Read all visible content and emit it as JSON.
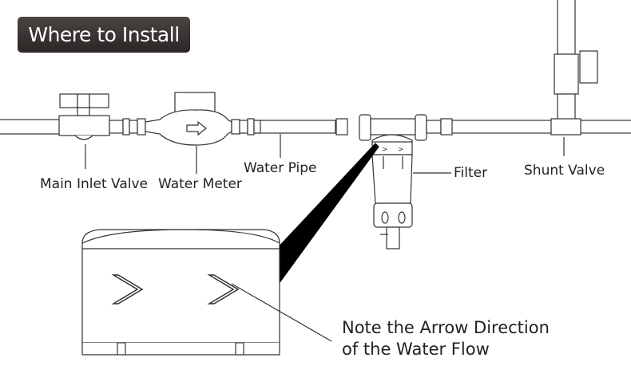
{
  "title": "Where to Install",
  "labels": {
    "main_inlet_valve": "Main Inlet Valve",
    "water_meter": "Water Meter",
    "water_pipe": "Water Pipe",
    "filter": "Filter",
    "shunt_valve": "Shunt Valve"
  },
  "note": {
    "line1": "Note the Arrow Direction",
    "line2": "of the Water Flow"
  },
  "colors": {
    "title_bg": "#2f2a29",
    "line": "#333333",
    "wedge": "#000000"
  }
}
